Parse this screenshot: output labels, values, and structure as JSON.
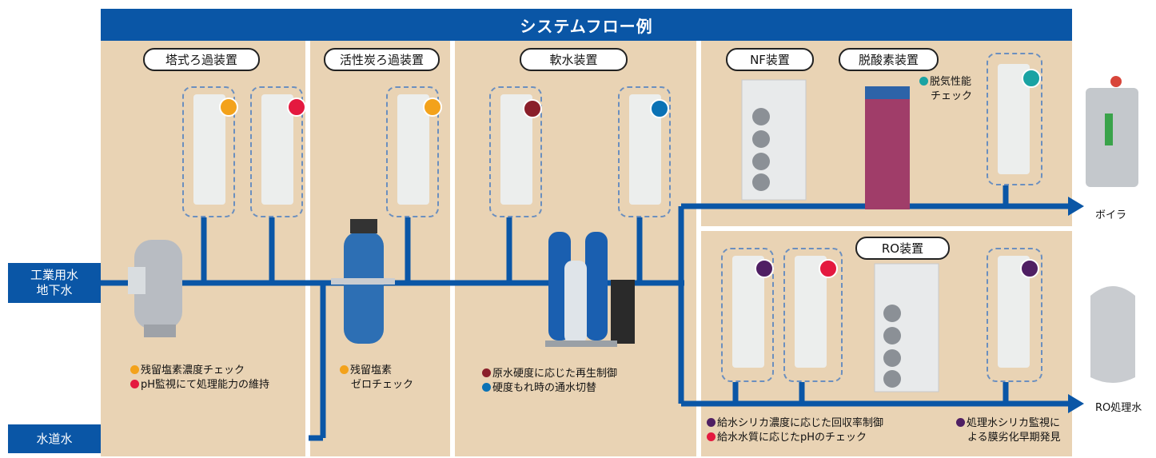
{
  "title": "システムフロー例",
  "inputs": {
    "industrial": [
      "工業用水",
      "地下水"
    ],
    "city": "水道水"
  },
  "units": {
    "tower_filter": "塔式ろ過装置",
    "carbon_filter": "活性炭ろ過装置",
    "softener": "軟水装置",
    "nf": "NF装置",
    "deoxygen": "脱酸素装置",
    "ro": "RO装置"
  },
  "outputs": {
    "boiler": "ボイラ",
    "ro_water": "RO処理水"
  },
  "notes": {
    "tower": [
      "残留塩素濃度チェック",
      "pH監視にて処理能力の維持"
    ],
    "carbon": [
      "残留塩素",
      "ゼロチェック"
    ],
    "softener": [
      "原水硬度に応じた再生制御",
      "硬度もれ時の通水切替"
    ],
    "deoxygen": [
      "脱気性能",
      "チェック"
    ],
    "ro_feed": [
      "給水シリカ濃度に応じた回収率制御",
      "給水水質に応じたpHのチェック"
    ],
    "ro_treated": [
      "処理水シリカ監視に",
      "よる膜劣化早期発見"
    ]
  },
  "colors": {
    "header": "#0a56a6",
    "pipe": "#0a56a6",
    "panel": "#e9d3b4",
    "orange": "#f3a21b",
    "red": "#e4193f",
    "brown": "#8a1f2a",
    "blue": "#0b72b5",
    "teal": "#1aa3a3",
    "purple": "#4f1f63"
  }
}
